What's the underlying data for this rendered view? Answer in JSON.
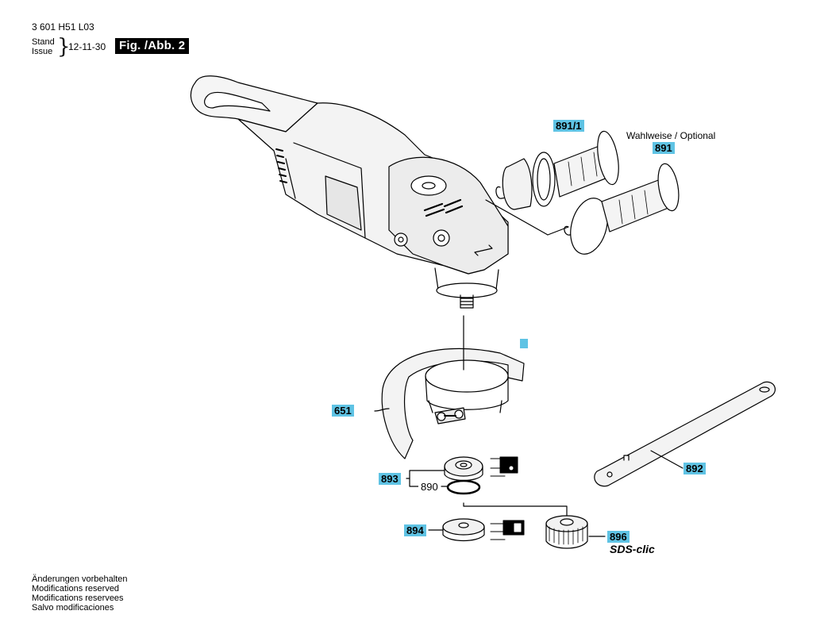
{
  "header": {
    "part_number": "3 601 H51 L03",
    "stand": "Stand",
    "issue": "Issue",
    "date": "12-11-30",
    "figure": "Fig. /Abb. 2"
  },
  "callouts": {
    "handle_891_1": "891/1",
    "optional_text": "Wahlweise / Optional",
    "handle_891": "891",
    "guard_651": "651",
    "flange_893": "893",
    "oring_890": "890",
    "nut_894": "894",
    "sds_nut_896": "896",
    "spanner_892": "892",
    "sds_brand": "SDS-clic"
  },
  "footer": {
    "lines": [
      "Änderungen vorbehalten",
      "Modifications reserved",
      "Modifications reservees",
      "Salvo modificaciones"
    ]
  },
  "colors": {
    "callout_highlight": "#5fc3e4",
    "line": "#000000"
  }
}
